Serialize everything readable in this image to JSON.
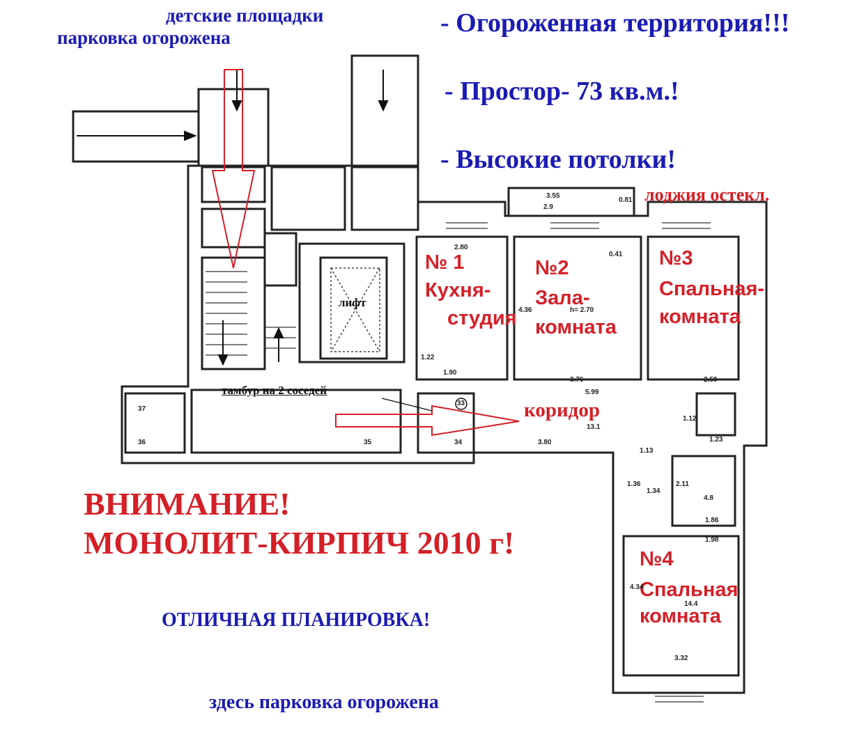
{
  "header": {
    "playgrounds": "детские площадки",
    "parking_top": "парковка огорожена"
  },
  "features": {
    "fenced": "- Огороженная территория!!!",
    "space": "- Простор- 73 кв.м.!",
    "ceilings": "- Высокие потолки!"
  },
  "labels": {
    "loggia": "лоджия остекл.",
    "elevator": "лифт",
    "vestibule": "тамбур на 2 соседей",
    "corridor": "коридор"
  },
  "rooms": [
    {
      "number": "№ 1",
      "name_line1": "Кухня-",
      "name_line2": "студия"
    },
    {
      "number": "№2",
      "name_line1": "Зала-",
      "name_line2": "комната"
    },
    {
      "number": "№3",
      "name_line1": "Спальная-",
      "name_line2": "комната"
    },
    {
      "number": "№4",
      "name_line1": "Спальная",
      "name_line2": "комната"
    }
  ],
  "notice": {
    "line1": "ВНИМАНИЕ!",
    "line2": "МОНОЛИТ-КИРПИЧ 2010 г!"
  },
  "layout_note": "ОТЛИЧНАЯ ПЛАНИРОВКА!",
  "parking_bottom": "здесь парковка огорожена",
  "dimensions": {
    "d1": "3.55",
    "d2": "2.9",
    "d3": "0.81",
    "d4": "2.80",
    "d5": "0.41",
    "d6": "4.36",
    "d7": "h= 2.70",
    "d8": "1.90",
    "d9": "3.76",
    "d10": "2.59",
    "d11": "5.99",
    "d12": "13.1",
    "d13": "3.80",
    "d14": "1.12",
    "d15": "1.23",
    "d16": "1.13",
    "d17": "1.36",
    "d18": "1.34",
    "d19": "2.11",
    "d20": "1.86",
    "d21": "1.98",
    "d22": "4.34",
    "d23": "14.4",
    "d24": "3.32",
    "d25": "37",
    "d26": "36",
    "d27": "35",
    "d28": "34",
    "d29": "33",
    "d30": "1.22",
    "d31": "4.8"
  }
}
